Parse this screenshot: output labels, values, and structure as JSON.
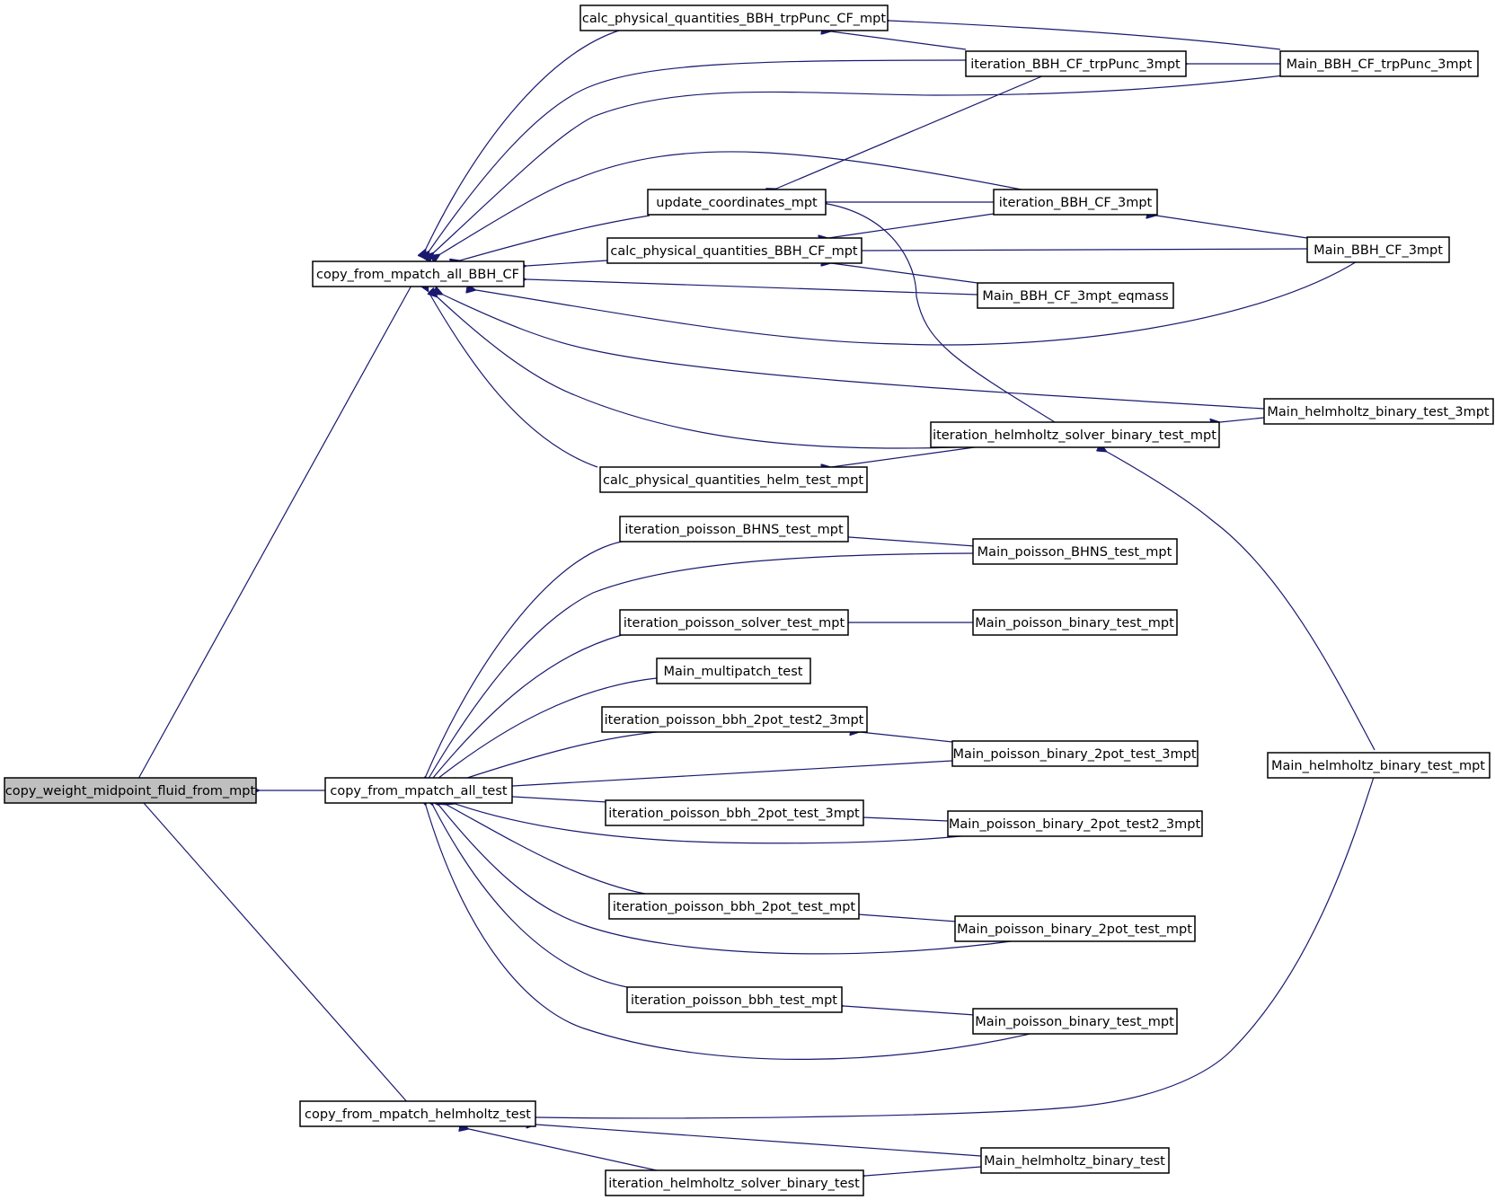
{
  "graph": {
    "edge_color": "#191970",
    "root_fill": "#bfbfbf",
    "nodes": {
      "copy_weight": "copy_weight_midpoint_fluid_from_mpt",
      "cf_bbh": "copy_from_mpatch_all_BBH_CF",
      "cf_test": "copy_from_mpatch_all_test",
      "cf_helm": "copy_from_mpatch_helmholtz_test",
      "calc_trp": "calc_physical_quantities_BBH_trpPunc_CF_mpt",
      "it_trp": "iteration_BBH_CF_trpPunc_3mpt",
      "main_trp": "Main_BBH_CF_trpPunc_3mpt",
      "upd": "update_coordinates_mpt",
      "it_bbh3": "iteration_BBH_CF_3mpt",
      "calc_bbh": "calc_physical_quantities_BBH_CF_mpt",
      "main_bbh3": "Main_BBH_CF_3mpt",
      "main_eq": "Main_BBH_CF_3mpt_eqmass",
      "main_helm3": "Main_helmholtz_binary_test_3mpt",
      "it_helm_mpt": "iteration_helmholtz_solver_binary_test_mpt",
      "calc_helm": "calc_physical_quantities_helm_test_mpt",
      "it_bhns": "iteration_poisson_BHNS_test_mpt",
      "main_bhns": "Main_poisson_BHNS_test_mpt",
      "it_solver": "iteration_poisson_solver_test_mpt",
      "main_pbin_a": "Main_poisson_binary_test_mpt",
      "main_multi": "Main_multipatch_test",
      "it_2pot_t2": "iteration_poisson_bbh_2pot_test2_3mpt",
      "main_2pot3": "Main_poisson_binary_2pot_test_3mpt",
      "main_helm_mpt": "Main_helmholtz_binary_test_mpt",
      "it_2pot3": "iteration_poisson_bbh_2pot_test_3mpt",
      "main_2pot_t2": "Main_poisson_binary_2pot_test2_3mpt",
      "it_2pot": "iteration_poisson_bbh_2pot_test_mpt",
      "main_2pot": "Main_poisson_binary_2pot_test_mpt",
      "it_bbh": "iteration_poisson_bbh_test_mpt",
      "main_pbin_b": "Main_poisson_binary_test_mpt",
      "main_helm": "Main_helmholtz_binary_test",
      "it_helm": "iteration_helmholtz_solver_binary_test"
    }
  }
}
